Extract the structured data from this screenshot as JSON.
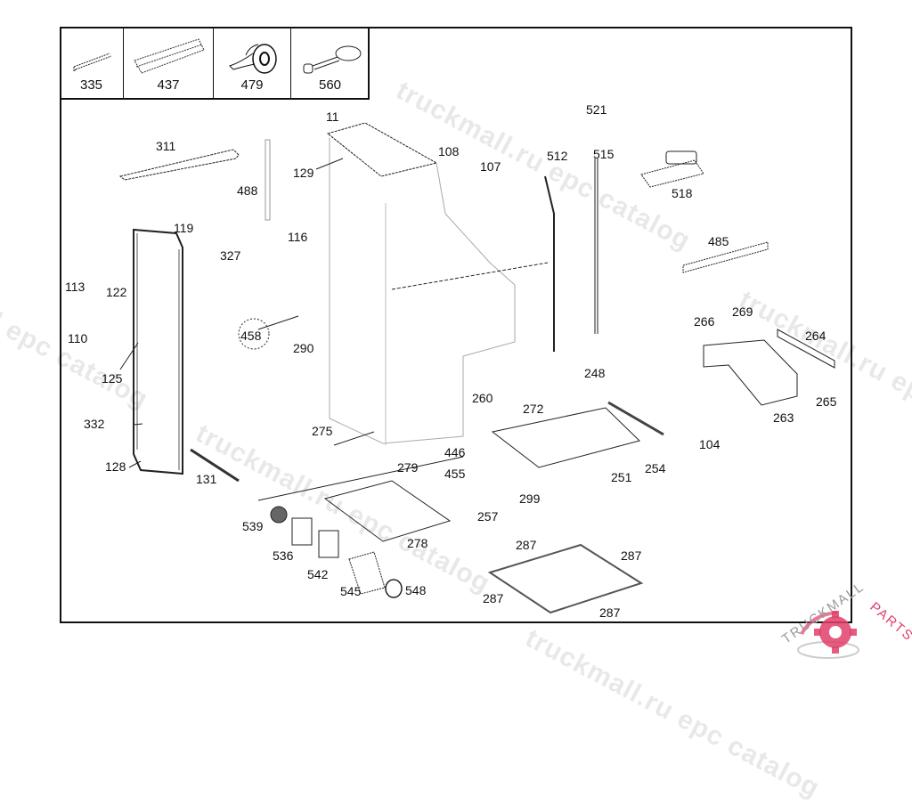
{
  "legend_items": [
    {
      "id": "335",
      "icon": "strip-icon"
    },
    {
      "id": "437",
      "icon": "panel-strip-icon"
    },
    {
      "id": "479",
      "icon": "tape-roll-icon"
    },
    {
      "id": "560",
      "icon": "key-icon"
    }
  ],
  "part_labels": {
    "p11": "11",
    "p311": "311",
    "p129": "129",
    "p488": "488",
    "p108": "108",
    "p107": "107",
    "p521": "521",
    "p512": "512",
    "p515": "515",
    "p518": "518",
    "p119": "119",
    "p327": "327",
    "p116": "116",
    "p485": "485",
    "p113": "113",
    "p122": "122",
    "p110": "110",
    "p458": "458",
    "p266": "266",
    "p269": "269",
    "p264": "264",
    "p290": "290",
    "p125": "125",
    "p248": "248",
    "p263": "263",
    "p265": "265",
    "p260": "260",
    "p272": "272",
    "p332": "332",
    "p275": "275",
    "p104": "104",
    "p446": "446",
    "p128": "128",
    "p279": "279",
    "p455": "455",
    "p251": "251",
    "p254": "254",
    "p131": "131",
    "p299": "299",
    "p257": "257",
    "p539": "539",
    "p278": "278",
    "p287a": "287",
    "p287b": "287",
    "p536": "536",
    "p542": "542",
    "p545": "545",
    "p548": "548",
    "p287c": "287",
    "p287d": "287"
  },
  "watermarks": [
    "truckmall.ru epc catalog",
    "truckmall.ru epc catalog",
    "truckmall.ru epc catalog",
    "l epc catalog",
    "truckmall.ru epc catalog"
  ],
  "logo": {
    "text_top": "TRUCKMALL",
    "text_accent": "PARTS",
    "accent_color": "#e0406a"
  }
}
